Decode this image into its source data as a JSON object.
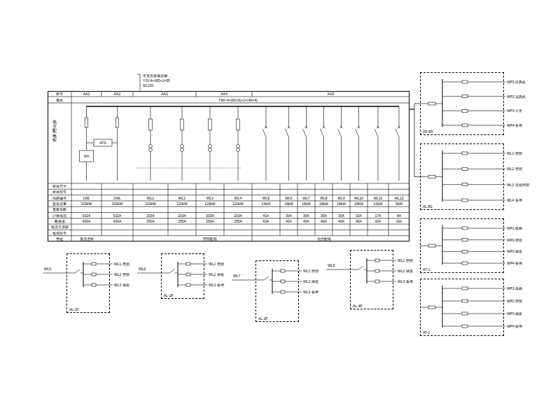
{
  "diagram": {
    "nodes": [
      {
        "text": [
          "低压配电柜"
        ]
      },
      {
        "text": [
          "AL-1F"
        ]
      },
      {
        "text": [
          "AL-2F"
        ]
      },
      {
        "text": [
          "AL-3F"
        ]
      },
      {
        "text": [
          "AL-4F"
        ]
      },
      {
        "text": [
          "AP-RF"
        ]
      },
      {
        "text": [
          "AL-B1"
        ]
      },
      {
        "text": [
          "AT-1"
        ]
      },
      {
        "text": [
          "AT-2"
        ]
      }
    ],
    "edges": [
      {
        "from": 0,
        "to": 5,
        "arrow": "none"
      },
      {
        "from": 0,
        "to": 6,
        "arrow": "none"
      }
    ],
    "labels": [
      "至变压器低压侧",
      "YJV-4×185+1×95",
      "SC100",
      "柜号",
      "AA1",
      "AA2",
      "AA3",
      "AA4",
      "AA5",
      "母线",
      "TMY-4×(60×6)+1×(40×4)",
      "柜体尺寸",
      "柜体型号",
      "回路编号",
      "安装容量",
      "需要系数",
      "计算电流",
      "断路器",
      "电流互感器",
      "电缆型号",
      "用途",
      "1WL",
      "315kW",
      "532A",
      "630A",
      "2WL",
      "315kW",
      "532A",
      "630A",
      "WL1",
      "120kW",
      "203A",
      "250A",
      "WL2",
      "120kW",
      "203A",
      "250A",
      "WL3",
      "120kW",
      "203A",
      "250A",
      "WL4",
      "120kW",
      "203A",
      "250A",
      "WL5",
      "24kW",
      "41A",
      "63A",
      "WL6",
      "18kW",
      "30A",
      "40A",
      "WL7",
      "18kW",
      "30A",
      "40A",
      "WL8",
      "18kW",
      "30A",
      "40A",
      "WL9",
      "18kW",
      "30A",
      "40A",
      "WL10",
      "18kW",
      "30A",
      "40A",
      "WL11",
      "10kW",
      "17A",
      "32A",
      "WL12",
      "5kW",
      "8A",
      "16A",
      "低压进线",
      "照明配电",
      "动力配电",
      "Wh",
      "ATS",
      "WL5",
      "WL1 照明",
      "WL2 照明",
      "WL3 插座",
      "WL6",
      "WL1 照明",
      "WL2 插座",
      "WL3 备用",
      "WL7",
      "WL1 照明",
      "WL2 插座",
      "WL3 备用",
      "WL8",
      "WL1 照明",
      "WL2 插座",
      "WL3 备用",
      "WP1 排风机",
      "WP2 送风机",
      "WP3 水泵",
      "WP4 备用",
      "WL1 照明",
      "WL2 照明",
      "WL3 应急照明",
      "WL4 备用",
      "WP1 电梯",
      "WP2 照明",
      "WP3 插座",
      "WP4 备用",
      "WP1 电梯",
      "WP2 照明",
      "WP3 插座",
      "WP4 备用"
    ]
  }
}
